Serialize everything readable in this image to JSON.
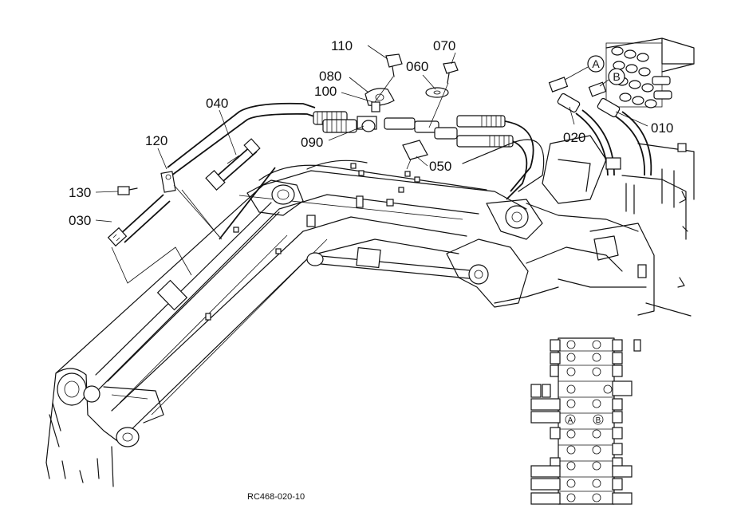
{
  "callouts": {
    "p010": "010",
    "p020": "020",
    "p030": "030",
    "p040": "040",
    "p050": "050",
    "p060": "060",
    "p070": "070",
    "p080": "080",
    "p090": "090",
    "p100": "100",
    "p110": "110",
    "p120": "120",
    "p130": "130"
  },
  "port_labels": {
    "a": "A",
    "b": "B"
  },
  "reference_code": "RC468-020-10"
}
